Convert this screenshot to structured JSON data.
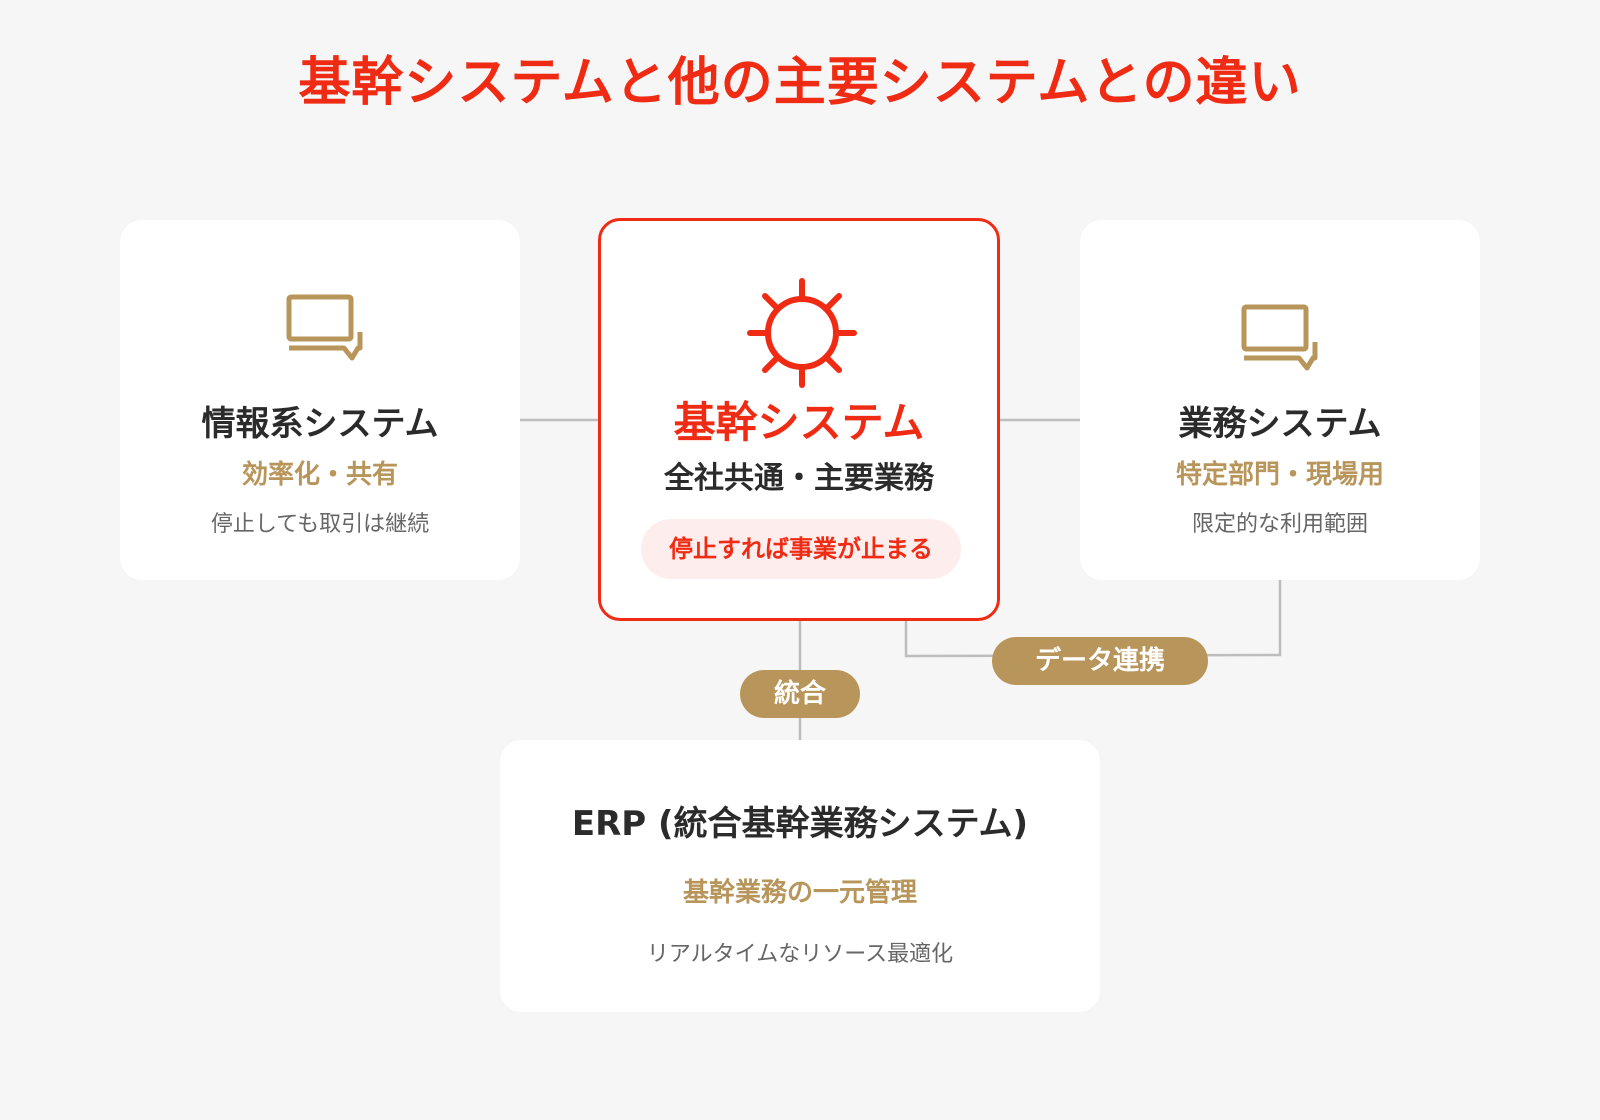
{
  "title": "基幹システムと他の主要システムとの違い",
  "colors": {
    "accent": "#ef2b14",
    "gold": "#b8955a",
    "text_dark": "#2b2b2b",
    "text_gray": "#666666",
    "background": "#f6f6f6",
    "card": "#ffffff",
    "warning_bg": "#fdeeed",
    "connector": "#bdbdbd"
  },
  "cards": {
    "info": {
      "icon": "chat-bubble-icon",
      "title": "情報系システム",
      "subtitle": "効率化・共有",
      "desc": "停止しても取引は継続"
    },
    "core": {
      "icon": "sun-icon",
      "title": "基幹システム",
      "subtitle": "全社共通・主要業務",
      "badge": "停止すれば事業が止まる"
    },
    "business": {
      "icon": "chat-bubble-icon",
      "title": "業務システム",
      "subtitle": "特定部門・現場用",
      "desc": "限定的な利用範囲"
    },
    "erp": {
      "title": "ERP (統合基幹業務システム)",
      "subtitle": "基幹業務の一元管理",
      "desc": "リアルタイムなリソース最適化"
    }
  },
  "connectors": {
    "integration_label": "統合",
    "data_link_label": "データ連携"
  }
}
